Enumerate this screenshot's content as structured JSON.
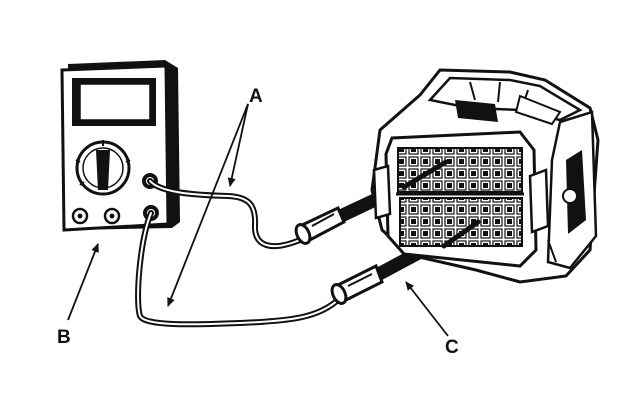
{
  "labels": {
    "a": "A",
    "b": "B",
    "c": "C"
  },
  "colors": {
    "ink": "#111111",
    "paper": "#ffffff"
  },
  "icons": {
    "meter": "multimeter-icon",
    "connector": "ecu-connector-icon"
  }
}
